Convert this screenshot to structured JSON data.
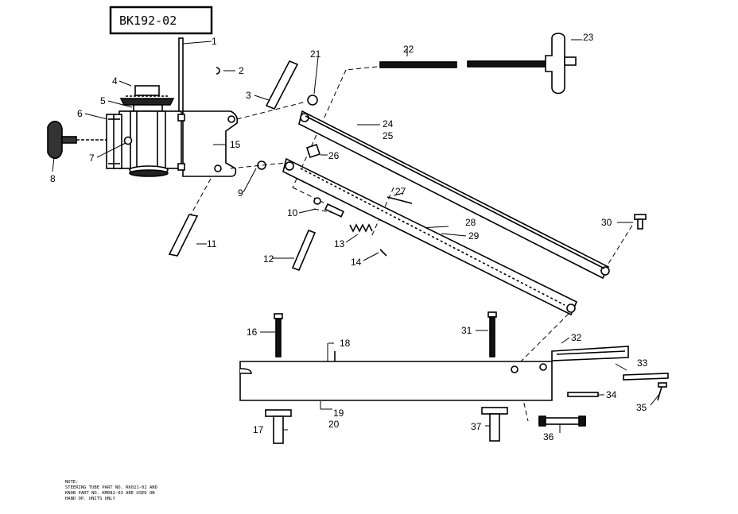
{
  "diagram_id": "BK192-02",
  "note": {
    "heading": "NOTE:",
    "lines": [
      "STEERING TUBE PART NO. RK021-02 AND",
      "KNOB PART NO. KM082-03 ARE USED ON",
      "HAND OP. UNITS ONLY"
    ]
  },
  "callouts": [
    "1",
    "2",
    "3",
    "4",
    "5",
    "6",
    "7",
    "8",
    "9",
    "10",
    "11",
    "12",
    "13",
    "14",
    "15",
    "16",
    "17",
    "18",
    "19",
    "20",
    "21",
    "22",
    "23",
    "24",
    "25",
    "26",
    "27",
    "28",
    "29",
    "30",
    "31",
    "32",
    "33",
    "34",
    "35",
    "36",
    "37"
  ]
}
